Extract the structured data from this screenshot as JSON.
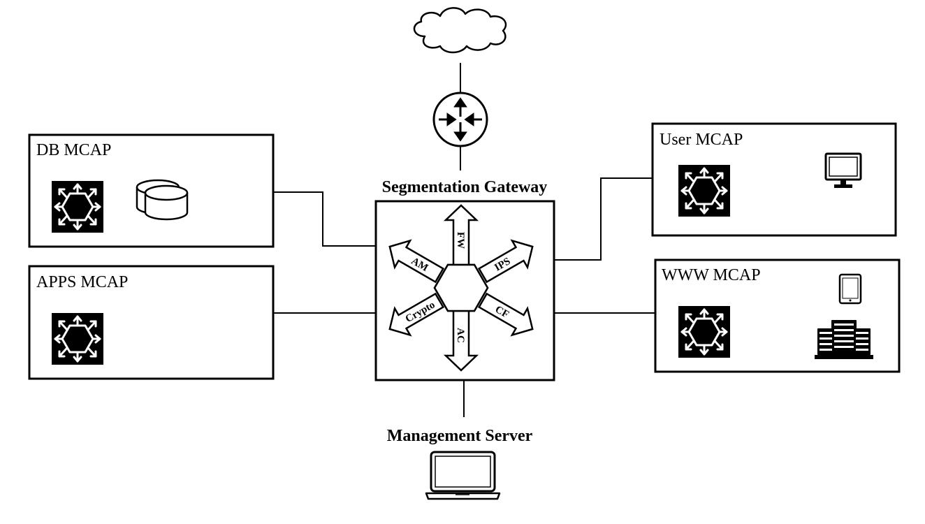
{
  "diagram": {
    "gateway": {
      "title": "Segmentation Gateway",
      "functions": [
        "FW",
        "IPS",
        "CF",
        "AC",
        "Crypto",
        "AM"
      ]
    },
    "management": {
      "title": "Management Server"
    },
    "zones": {
      "db": "DB MCAP",
      "apps": "APPS MCAP",
      "user": "User MCAP",
      "www": "WWW MCAP"
    },
    "icons": [
      "cloud-icon",
      "router-icon",
      "switch-icon",
      "database-icon",
      "monitor-icon",
      "tablet-icon",
      "server-rack-icon",
      "laptop-icon"
    ],
    "colors": {
      "line": "#000000",
      "switch_fill": "#000000",
      "background": "#ffffff"
    }
  }
}
